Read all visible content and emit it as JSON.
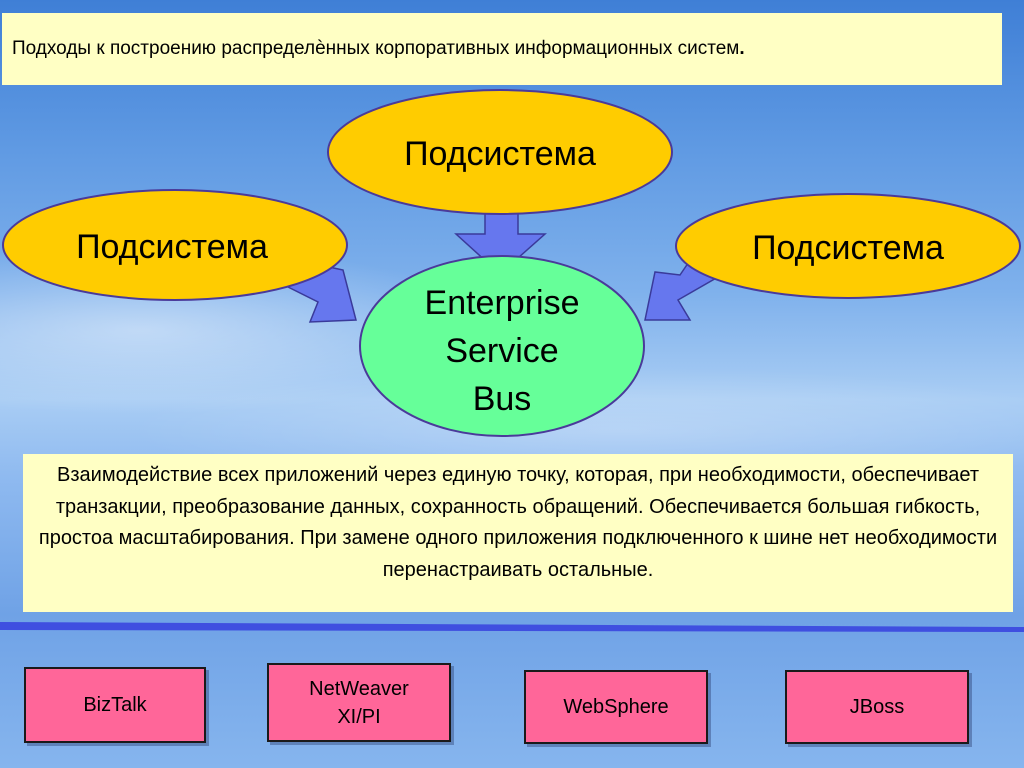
{
  "title": {
    "text": "Подходы к построению распределѐнных корпоративных информационных систем",
    "end": "."
  },
  "subsystems": {
    "top": "Подсистема",
    "left": "Подсистема",
    "right": "Подсистема"
  },
  "esb": {
    "line1": "Enterprise",
    "line2": "Service",
    "line3": "Bus"
  },
  "description": "Взаимодействие всех приложений через единую точку, которая, при необходимости, обеспечивает транзакции, преобразование данных, сохранность обращений. Обеспечивается большая гибкость, простоа масштабирования. При замене одного приложения подключенного к шине нет необходимости перенастраивать остальные.",
  "products": [
    {
      "line1": "BizTalk",
      "line2": ""
    },
    {
      "line1": "NetWeaver",
      "line2": "XI/PI"
    },
    {
      "line1": "WebSphere",
      "line2": ""
    },
    {
      "line1": "JBoss",
      "line2": ""
    }
  ],
  "colors": {
    "subsystem_fill": "#ffcc00",
    "esb_fill": "#66ff99",
    "arrow_fill": "#6677ee",
    "box_fill": "#ffffc4",
    "product_fill": "#ff6699",
    "divider": "#3f4fe0"
  }
}
